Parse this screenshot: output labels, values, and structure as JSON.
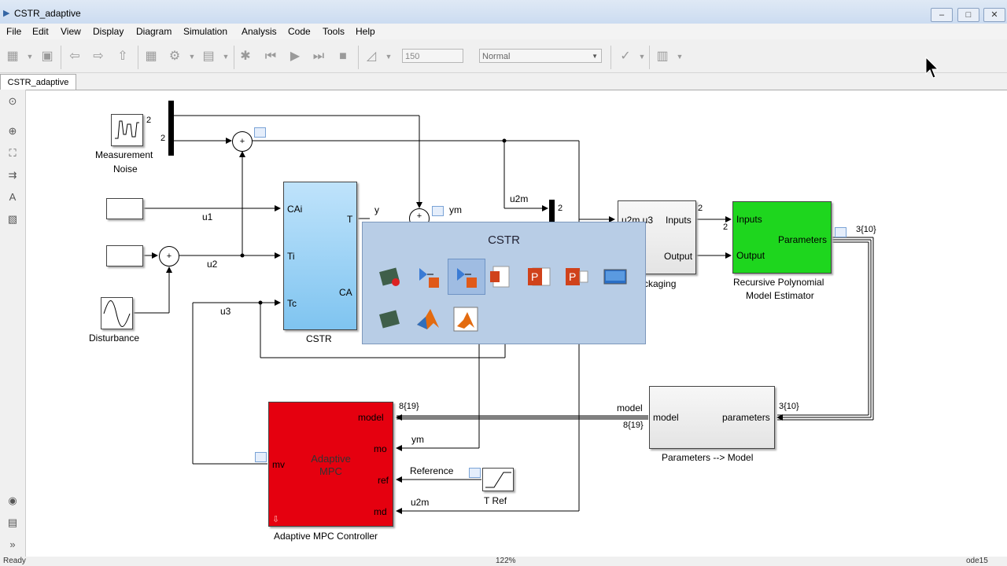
{
  "window": {
    "title": "CSTR_adaptive",
    "buttons": [
      "minimize",
      "maximize",
      "close"
    ]
  },
  "menu": [
    "File",
    "Edit",
    "View",
    "Display",
    "Diagram",
    "Simulation",
    "Analysis",
    "Code",
    "Tools",
    "Help"
  ],
  "toolbar": {
    "stop_time": "150",
    "sim_mode": "Normal"
  },
  "tab": "CSTR_adaptive",
  "blocks": {
    "noise": {
      "label_1": "Measurement",
      "label_2": "Noise",
      "out_top": "2",
      "out_bot": "2"
    },
    "disturbance": {
      "label": "Disturbance"
    },
    "cstr": {
      "label": "CSTR",
      "ports_in": [
        "CAi",
        "Ti",
        "Tc"
      ],
      "ports_out": [
        "T",
        "CA"
      ]
    },
    "packaging": {
      "label": "ckaging",
      "in_top": "u2m u3",
      "out_top": "Inputs",
      "out_bot": "Output"
    },
    "estimator": {
      "label_1": "Recursive Polynomial",
      "label_2": "Model Estimator",
      "in_top": "Inputs",
      "in_bot": "Output",
      "out": "Parameters"
    },
    "params": {
      "label": "Parameters --> Model",
      "in": "model",
      "out": "parameters"
    },
    "mpc": {
      "title_1": "Adaptive",
      "title_2": "MPC",
      "label": "Adaptive MPC Controller",
      "ports_in": [
        "model",
        "mo",
        "ref",
        "md"
      ],
      "port_out": "mv"
    },
    "tref": {
      "label": "T Ref"
    }
  },
  "signals": {
    "u1": "u1",
    "u2": "u2",
    "u3": "u3",
    "y": "y",
    "ym": "ym",
    "u2m": "u2m",
    "dim_2a": "2",
    "dim_2b": "2",
    "dim_2c": "2",
    "dim_310a": "3{10}",
    "dim_310b": "3{10}",
    "dim_819a": "8{19}",
    "dim_819b": "8{19}",
    "model": "model",
    "ym2": "ym",
    "reference": "Reference",
    "u2m2": "u2m"
  },
  "popup": {
    "title": "CSTR"
  },
  "status": {
    "left": "Ready",
    "zoom": "122%",
    "solver": "ode15"
  }
}
